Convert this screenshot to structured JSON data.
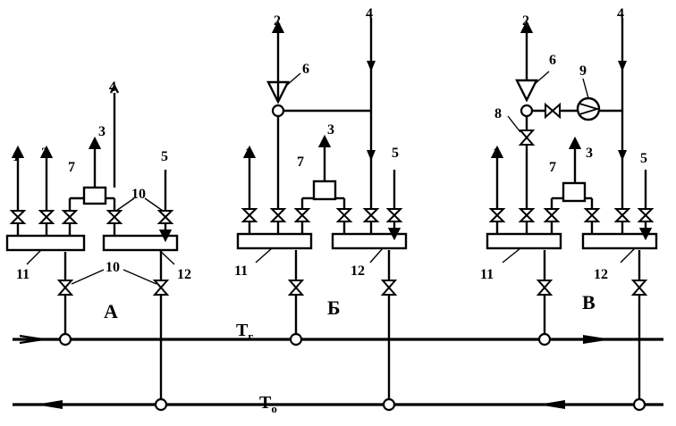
{
  "schemes": {
    "a": {
      "letter": "А"
    },
    "b": {
      "letter": "Б"
    },
    "v": {
      "letter": "В"
    }
  },
  "pipes": {
    "supply": {
      "label": "T",
      "sub": "г"
    },
    "return": {
      "label": "T",
      "sub": "о"
    }
  },
  "numbers": {
    "n1": "1",
    "n2": "2",
    "n3": "3",
    "n4": "4",
    "n5": "5",
    "n6": "6",
    "n7": "7",
    "n8": "8",
    "n9": "9",
    "n10": "10",
    "n11": "11",
    "n12": "12"
  }
}
